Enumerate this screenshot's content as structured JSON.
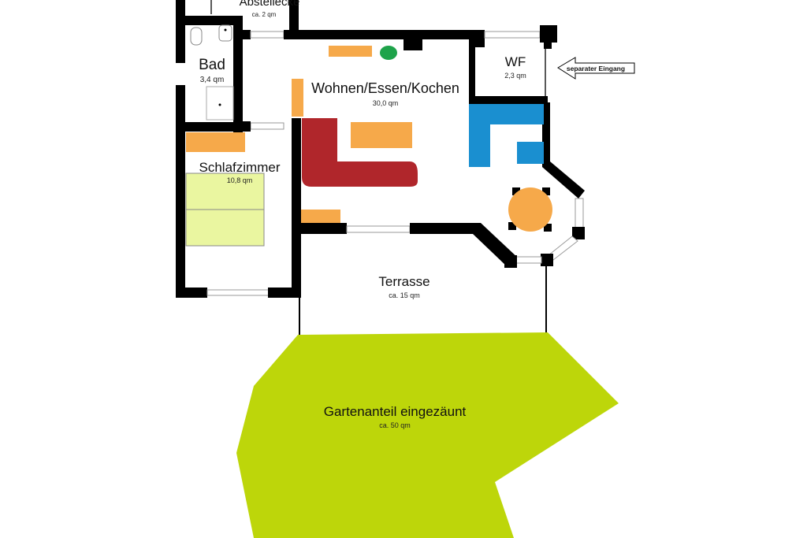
{
  "rooms": {
    "abstellecke": {
      "name": "Abstellecke",
      "area": "ca. 2 qm"
    },
    "bad": {
      "name": "Bad",
      "area": "3,4 qm"
    },
    "wohnen": {
      "name": "Wohnen/Essen/Kochen",
      "area": "30,0 qm"
    },
    "wf": {
      "name": "WF",
      "area": "2,3 qm"
    },
    "schlafzimmer": {
      "name": "Schlafzimmer",
      "area": "10,8 qm"
    },
    "terrasse": {
      "name": "Terrasse",
      "area": "ca. 15 qm"
    },
    "garten": {
      "name": "Gartenanteil eingezäunt",
      "area": "ca. 50 qm"
    }
  },
  "entrance": {
    "label": "separater Eingang"
  },
  "colors": {
    "walls": "#000000",
    "garden": "#bdd60a",
    "furniture_orange": "#f6a94a",
    "sofa_red": "#b0262b",
    "kitchen_blue": "#1a8fd0",
    "bed_yellow": "#eaf6a0",
    "plant_green": "#1ea34a"
  }
}
